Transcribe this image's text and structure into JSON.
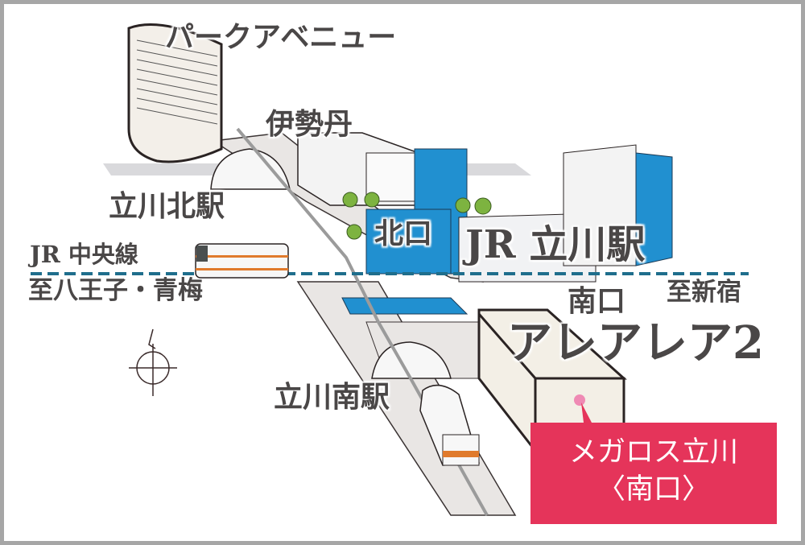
{
  "labels": {
    "park_avenue": "パークアベニュー",
    "isetan": "伊勢丹",
    "tachikawa_kita": "立川北駅",
    "chuo_line": "JR 中央線",
    "to_hachioji": "至八王子・青梅",
    "north_exit": "北口",
    "jr_tachikawa": "JR 立川駅",
    "south_exit": "南口",
    "to_shinjuku": "至新宿",
    "arearea2": "アレアレア2",
    "tachikawa_minami": "立川南駅"
  },
  "callout": {
    "line1": "メガロス立川",
    "line2": "〈南口〉"
  },
  "colors": {
    "accent": "#e5345a",
    "building_blue": "#2190d0",
    "rail_line": "#1f6e8c",
    "text": "#4a4747"
  }
}
